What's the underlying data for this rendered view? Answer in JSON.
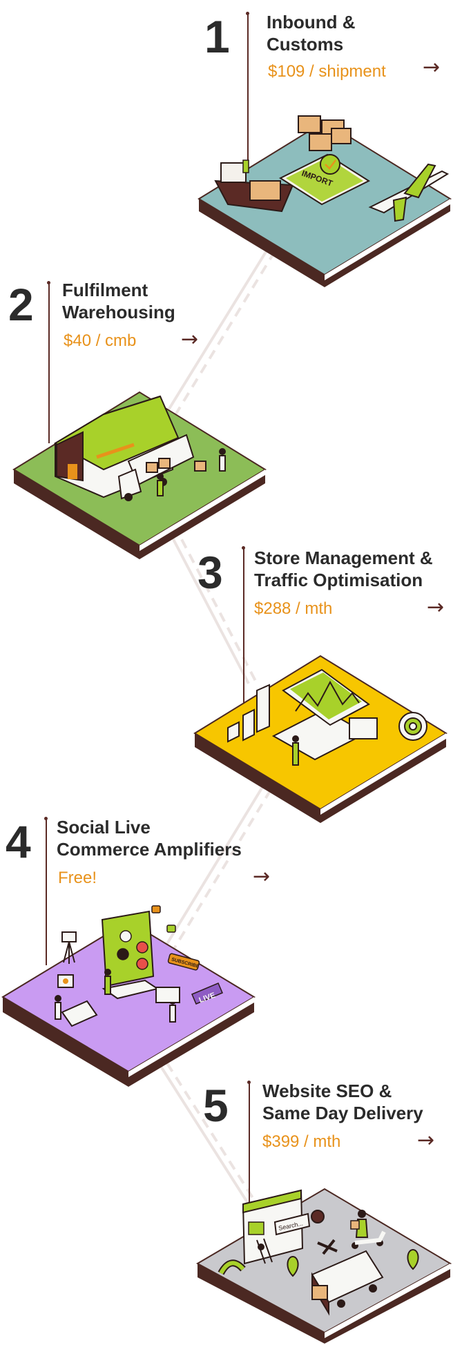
{
  "steps": [
    {
      "number": "1",
      "title_lines": [
        "Inbound &",
        "Customs"
      ],
      "price": "$109 / shipment",
      "arrow": "→",
      "illustration_label": "IMPORT",
      "platform_color": "#8dbdbd"
    },
    {
      "number": "2",
      "title_lines": [
        "Fulfilment",
        "Warehousing"
      ],
      "price": "$40 / cmb",
      "arrow": "→",
      "platform_color": "#8cbd57"
    },
    {
      "number": "3",
      "title_lines": [
        "Store Management &",
        "Traffic Optimisation"
      ],
      "price": "$288 / mth",
      "arrow": "→",
      "platform_color": "#f7c600"
    },
    {
      "number": "4",
      "title_lines": [
        "Social Live",
        "Commerce Amplifiers"
      ],
      "price": "Free!",
      "arrow": "→",
      "illustration_labels": [
        "SUBSCRIBE",
        "LIVE"
      ],
      "platform_color": "#c99bf2"
    },
    {
      "number": "5",
      "title_lines": [
        "Website SEO &",
        "Same Day Delivery"
      ],
      "price": "$399 / mth",
      "arrow": "→",
      "illustration_label": "Search...",
      "platform_color": "#c9c9cd"
    }
  ],
  "colors": {
    "heading": "#2b2b2b",
    "price": "#e8921b",
    "accent_dark": "#5b2a25",
    "lime": "#a8d12a"
  }
}
